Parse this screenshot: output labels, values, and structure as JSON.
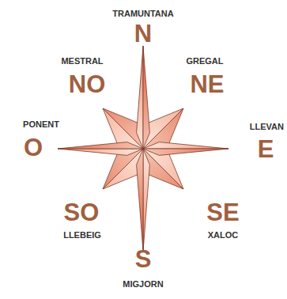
{
  "diagram": {
    "labels": [
      "TRAMUNTANA",
      "N",
      "MESTRAL",
      "NO",
      "GREGAL",
      "NE",
      "PONENT",
      "O",
      "LLEVAN",
      "E",
      "SO",
      "LLEBEIG",
      "SE",
      "XALOC",
      "S",
      "MIGJORN"
    ]
  }
}
